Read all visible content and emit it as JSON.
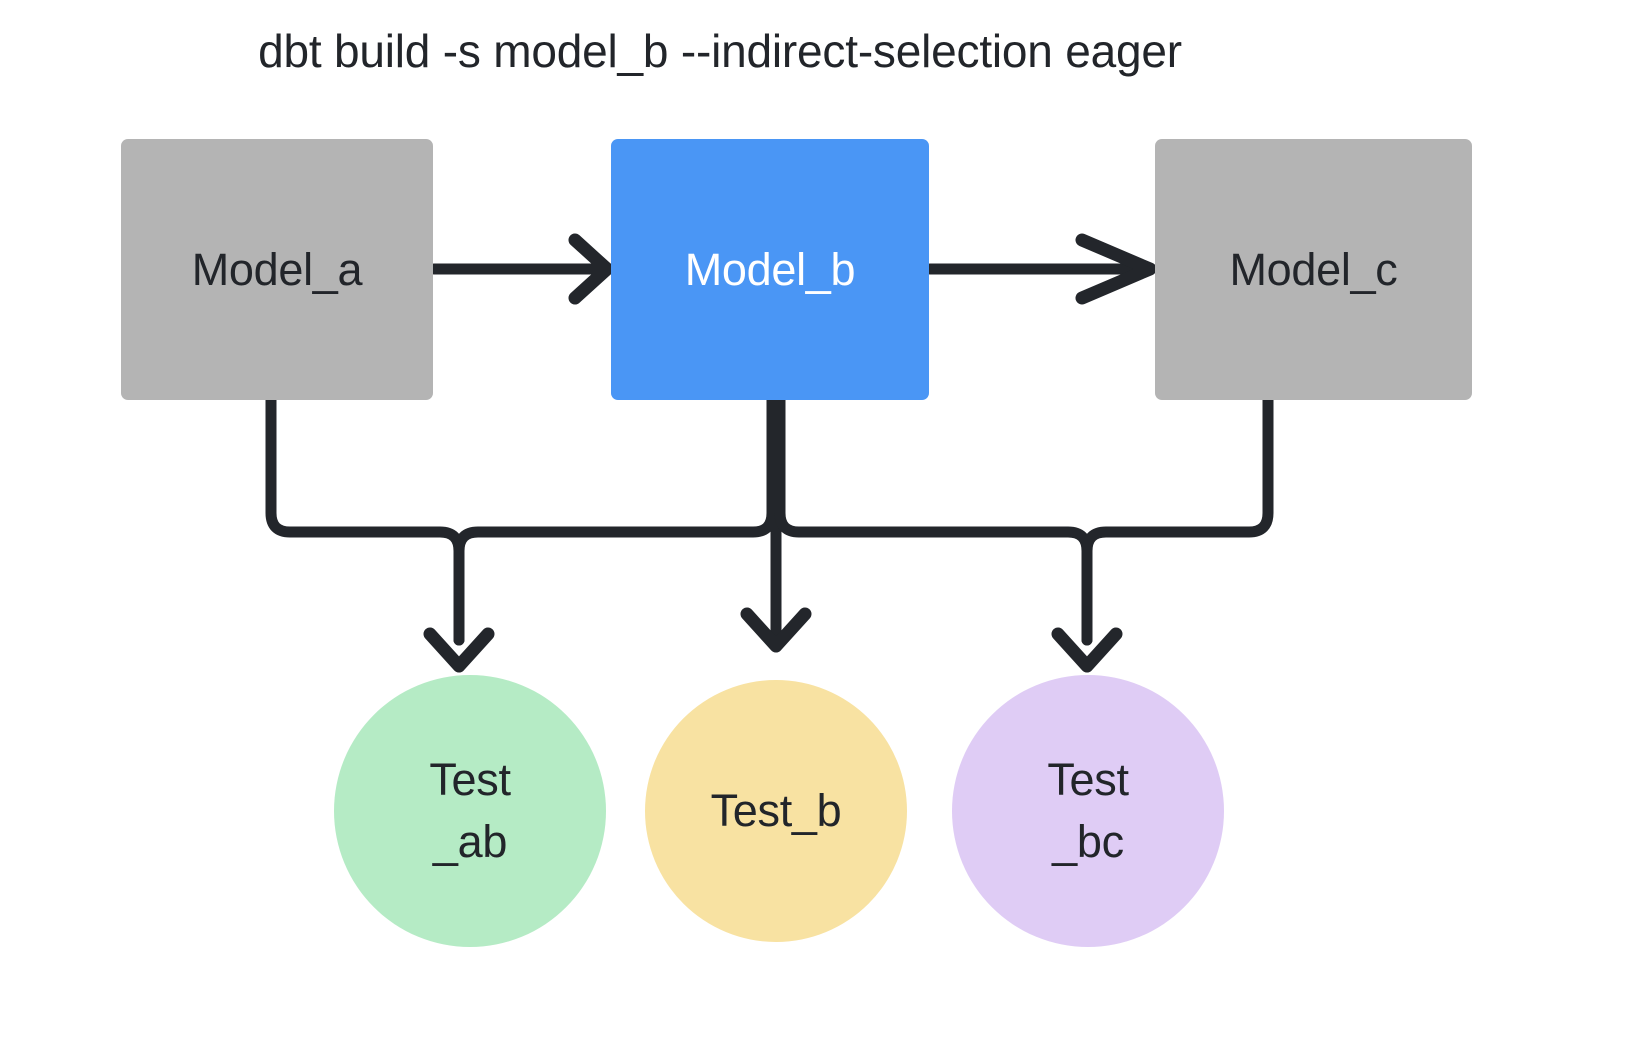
{
  "title": "dbt build -s model_b --indirect-selection eager",
  "colors": {
    "background": "#ffffff",
    "model_default": "#b4b4b4",
    "model_selected": "#4a96f5",
    "text_dark": "#22252a",
    "text_light": "#ffffff",
    "edge": "#23262b",
    "test_ab": "#b5ebc5",
    "test_b": "#f8e2a2",
    "test_bc": "#dfccf5"
  },
  "nodes": {
    "models": [
      {
        "id": "model_a",
        "label": "Model_a",
        "fill": "#b4b4b4",
        "text_color": "#22252a",
        "selected": false
      },
      {
        "id": "model_b",
        "label": "Model_b",
        "fill": "#4a96f5",
        "text_color": "#ffffff",
        "selected": true
      },
      {
        "id": "model_c",
        "label": "Model_c",
        "fill": "#b4b4b4",
        "text_color": "#22252a",
        "selected": false
      }
    ],
    "tests": [
      {
        "id": "test_ab",
        "label": "Test\n_ab",
        "fill": "#b5ebc5"
      },
      {
        "id": "test_b",
        "label": "Test_b",
        "fill": "#f8e2a2"
      },
      {
        "id": "test_bc",
        "label": "Test\n_bc",
        "fill": "#dfccf5"
      }
    ]
  },
  "edges": [
    {
      "id": "edge-model-a-to-model-b",
      "from": "model_a",
      "to": "model_b",
      "style": "straight-arrow"
    },
    {
      "id": "edge-model-b-to-model-c",
      "from": "model_b",
      "to": "model_c",
      "style": "straight-arrow"
    },
    {
      "id": "edge-model-a-to-test-ab",
      "from": "model_a",
      "to": "test_ab",
      "style": "elbow-arrow"
    },
    {
      "id": "edge-model-b-to-test-ab",
      "from": "model_b",
      "to": "test_ab",
      "style": "elbow-arrow"
    },
    {
      "id": "edge-model-b-to-test-b",
      "from": "model_b",
      "to": "test_b",
      "style": "straight-arrow"
    },
    {
      "id": "edge-model-b-to-test-bc",
      "from": "model_b",
      "to": "test_bc",
      "style": "elbow-arrow"
    },
    {
      "id": "edge-model-c-to-test-bc",
      "from": "model_c",
      "to": "test_bc",
      "style": "elbow-arrow"
    }
  ]
}
